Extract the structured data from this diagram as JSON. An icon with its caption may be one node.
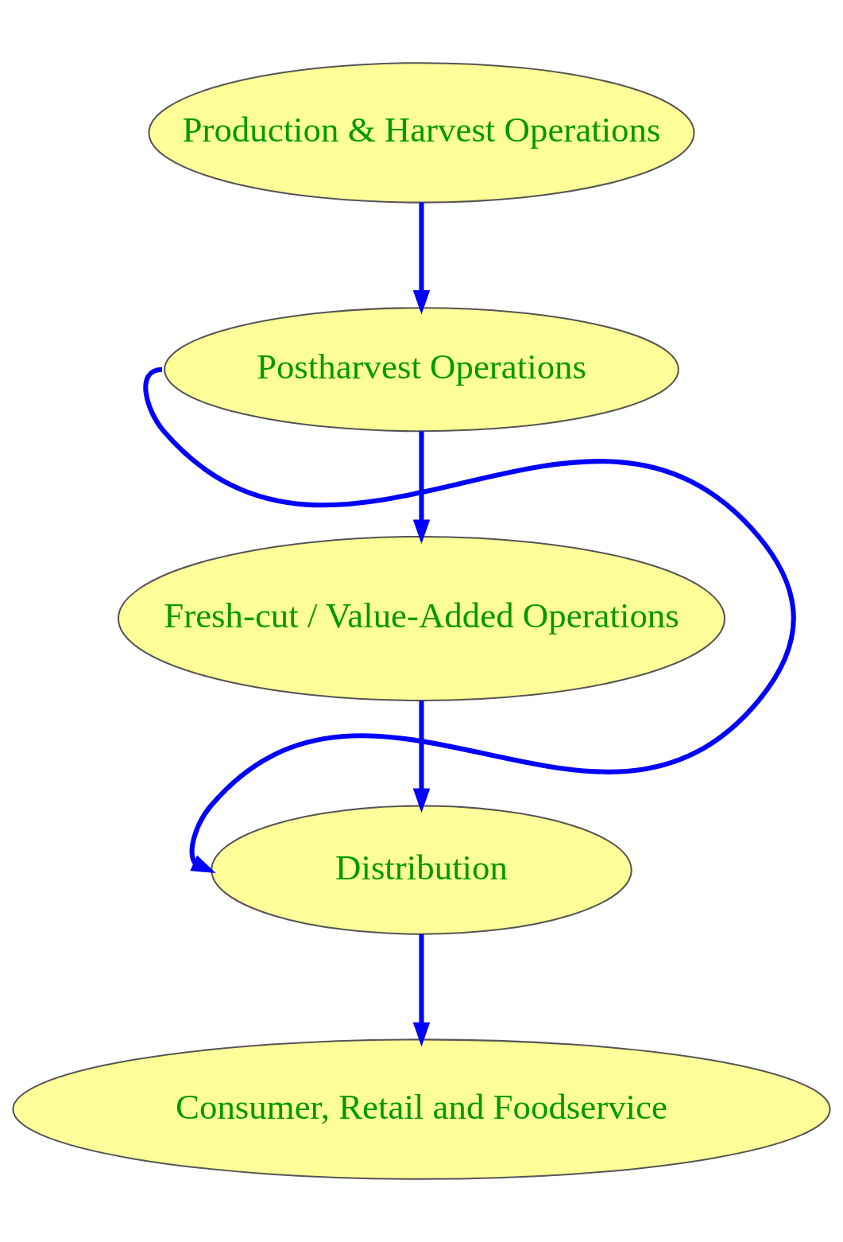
{
  "diagram": {
    "nodes": [
      {
        "text": [
          "Production & Harvest Operations"
        ]
      },
      {
        "text": [
          "Postharvest Operations"
        ]
      },
      {
        "text": [
          "Fresh-cut / Value-Added Operations"
        ]
      },
      {
        "text": [
          "Distribution"
        ]
      },
      {
        "text": [
          "Consumer, Retail and Foodservice"
        ]
      }
    ],
    "edges": [
      {
        "from": 0,
        "to": 1,
        "arrow": "to"
      },
      {
        "from": 1,
        "to": 2,
        "arrow": "to"
      },
      {
        "from": 2,
        "to": 3,
        "arrow": "to"
      },
      {
        "from": 1,
        "to": 3,
        "arrow": "to"
      },
      {
        "from": 3,
        "to": 4,
        "arrow": "to"
      }
    ]
  }
}
